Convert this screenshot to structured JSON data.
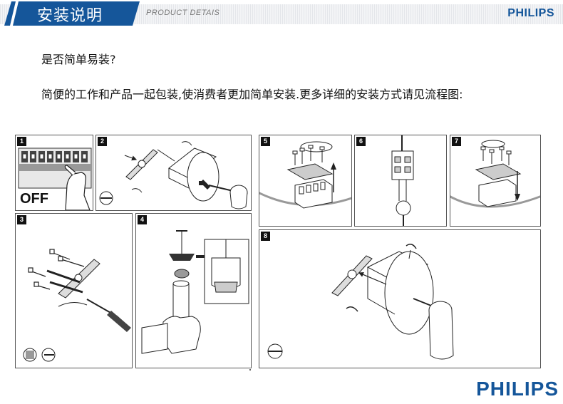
{
  "header": {
    "title": "安装说明",
    "subtitle": "PRODUCT DETAIS",
    "logo": "PHILIPS"
  },
  "content": {
    "question": "是否简单易装?",
    "answer": "简便的工作和产品一起包装,使消费者更加简单安装.更多详细的安装方式请见流程图:"
  },
  "steps": [
    {
      "number": "1",
      "caption": "OFF"
    },
    {
      "number": "2"
    },
    {
      "number": "3"
    },
    {
      "number": "4"
    },
    {
      "number": "5"
    },
    {
      "number": "6"
    },
    {
      "number": "7"
    },
    {
      "number": "8"
    }
  ],
  "footer": {
    "logo": "PHILIPS"
  },
  "colors": {
    "brand_blue": "#15569a",
    "header_stripe": "#e9ebee",
    "panel_border": "#555555"
  }
}
